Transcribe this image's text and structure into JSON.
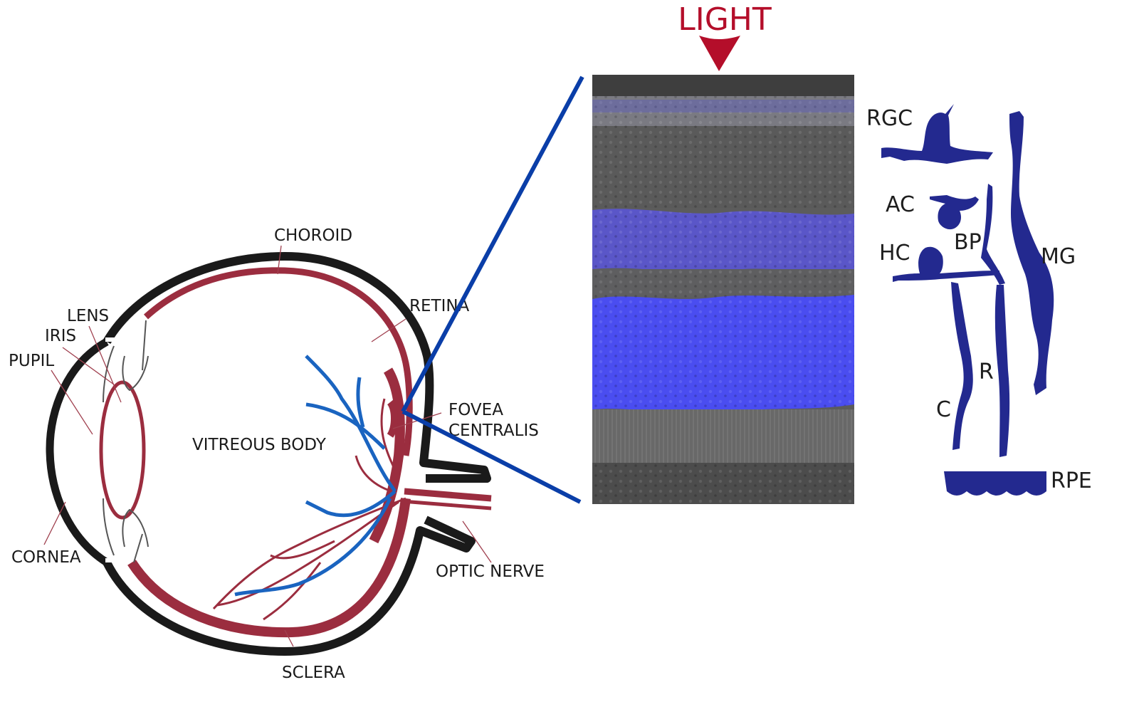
{
  "colors": {
    "sclera": "#1a1a1a",
    "choroid": "#9b2d3f",
    "vessel_blue": "#1a64c0",
    "zoom_line": "#0a3ea8",
    "light_arrow": "#b40e2a",
    "cell_blue": "#23298f",
    "nuclei_blue": "#4a4df0"
  },
  "eye_labels": {
    "choroid": "CHOROID",
    "lens": "LENS",
    "iris": "IRIS",
    "pupil": "PUPIL",
    "retina": "RETINA",
    "fovea_line1": "FOVEA",
    "fovea_line2": "CENTRALIS",
    "vitreous": "VITREOUS BODY",
    "cornea": "CORNEA",
    "optic_nerve": "OPTIC NERVE",
    "sclera": "SCLERA"
  },
  "light_label": "LIGHT",
  "cell_labels": {
    "rgc": "RGC",
    "ac": "AC",
    "hc": "HC",
    "bp": "BP",
    "mg": "MG",
    "r": "R",
    "c": "C",
    "rpe": "RPE"
  },
  "icons": {
    "eye": "eye-cross-section-icon",
    "arrow": "down-arrow-icon"
  }
}
